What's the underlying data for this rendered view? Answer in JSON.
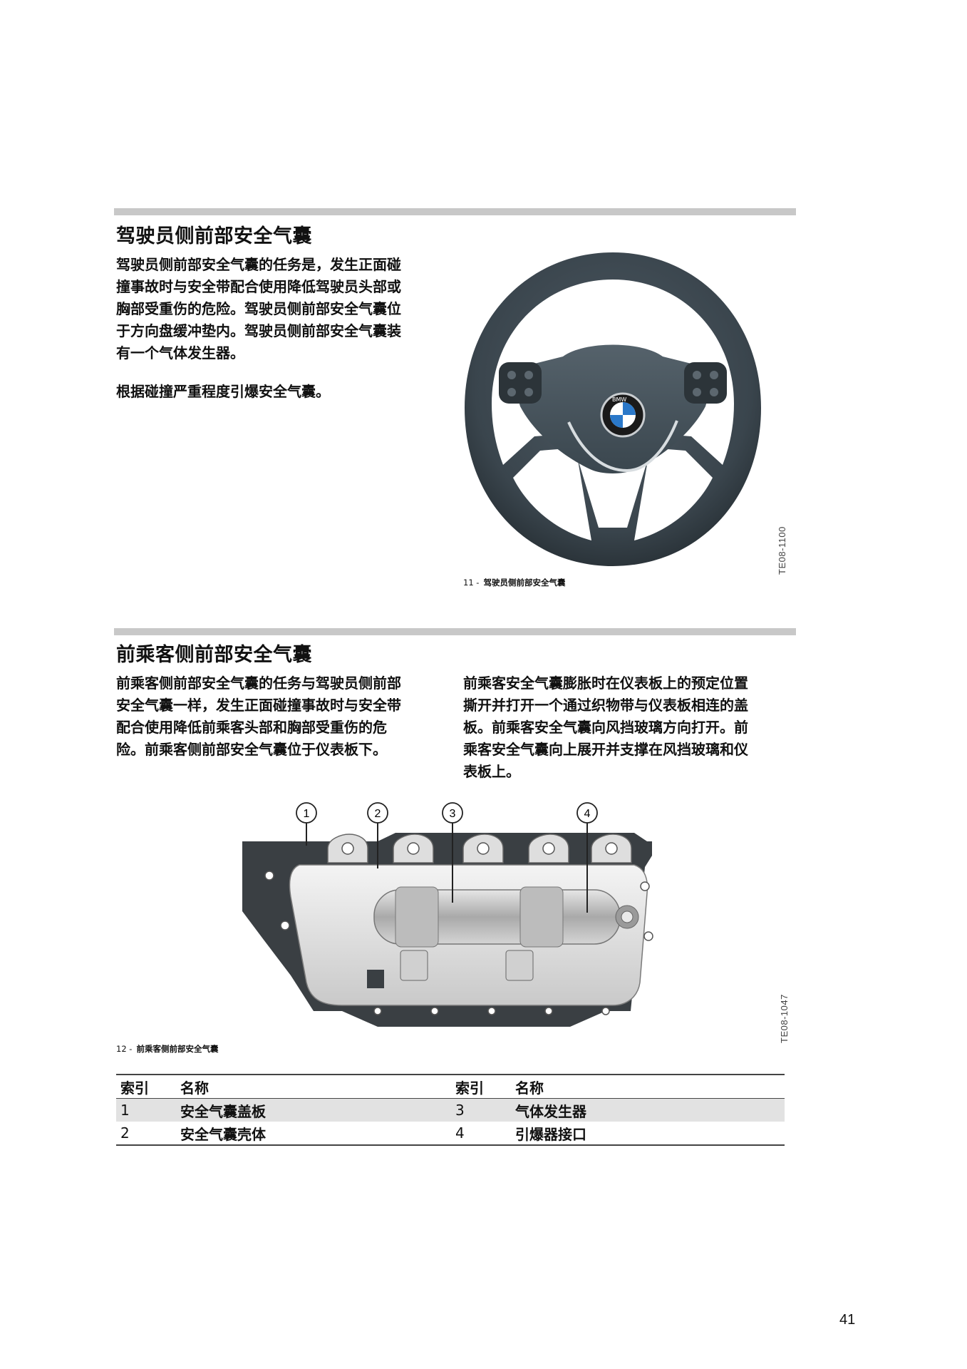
{
  "section1": {
    "heading": "驾驶员侧前部安全气囊",
    "para1_lines": [
      "驾驶员侧前部安全气囊的任务是，发生正面碰",
      "撞事故时与安全带配合使用降低驾驶员头部或",
      "胸部受重伤的危险。驾驶员侧前部安全气囊位",
      "于方向盘缓冲垫内。驾驶员侧前部安全气囊装",
      "有一个气体发生器。"
    ],
    "para2": "根据碰撞严重程度引爆安全气囊。",
    "figure": {
      "number": "11 -",
      "caption": "驾驶员侧前部安全气囊",
      "code": "TE08-1100"
    }
  },
  "section2": {
    "heading": "前乘客侧前部安全气囊",
    "left_lines": [
      "前乘客侧前部安全气囊的任务与驾驶员侧前部",
      "安全气囊一样，发生正面碰撞事故时与安全带",
      "配合使用降低前乘客头部和胸部受重伤的危",
      "险。前乘客侧前部安全气囊位于仪表板下。"
    ],
    "right_lines": [
      "前乘客安全气囊膨胀时在仪表板上的预定位置",
      "撕开并打开一个通过织物带与仪表板相连的盖",
      "板。前乘客安全气囊向风挡玻璃方向打开。前",
      "乘客安全气囊向上展开并支撑在风挡玻璃和仪",
      "表板上。"
    ],
    "figure": {
      "number": "12 -",
      "caption": "前乘客侧前部安全气囊",
      "code": "TE08-1047",
      "callouts": [
        "1",
        "2",
        "3",
        "4"
      ]
    }
  },
  "table": {
    "headers": [
      "索引",
      "名称",
      "索引",
      "名称"
    ],
    "rows": [
      [
        "1",
        "安全气囊盖板",
        "3",
        "气体发生器"
      ],
      [
        "2",
        "安全气囊壳体",
        "4",
        "引爆器接口"
      ]
    ]
  },
  "page_number": "41",
  "logo_text": "BMW"
}
